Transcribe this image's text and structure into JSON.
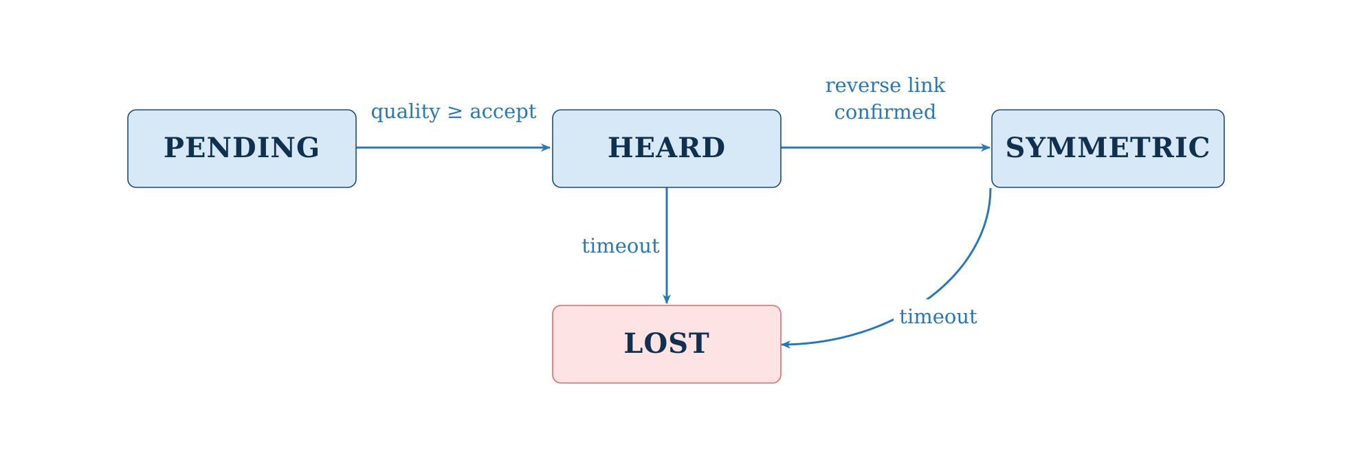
{
  "colors": {
    "state_fill": "#d7e9f6",
    "state_stroke": "#1b4a72",
    "lost_fill": "#fde3e4",
    "lost_stroke": "#e2696b",
    "edge": "#2878b5",
    "text": "#10304f"
  },
  "nodes": {
    "pending": "PENDING",
    "heard": "HEARD",
    "symmetric": "SYMMETRIC",
    "lost": "LOST"
  },
  "edges": {
    "pending_to_heard": "quality ≥ accept",
    "heard_to_symmetric_line1": "reverse link",
    "heard_to_symmetric_line2": "confirmed",
    "heard_to_lost": "timeout",
    "symmetric_to_lost": "timeout"
  }
}
